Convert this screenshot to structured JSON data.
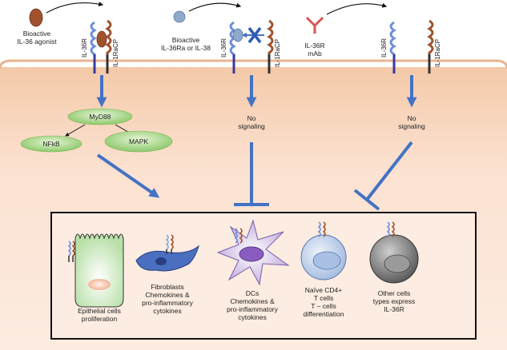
{
  "panels": {
    "agonist": {
      "ligand_label": "Bioactive\nIL-36 agonist",
      "receptor_label": "IL-36R",
      "coreceptor_label": "IL-1RaCP",
      "myd88": "MyD88",
      "nfkb": "NFkB",
      "mapk": "MAPK"
    },
    "antagonist": {
      "ligand_label": "Bioactive\nIL-36Ra or IL-38",
      "receptor_label": "IL-36R",
      "coreceptor_label": "IL-1RaCP",
      "result": "No\nsignaling"
    },
    "antibody": {
      "ligand_label": "IL-36R\nmAb",
      "receptor_label": "IL-36R",
      "coreceptor_label": "IL-1RaCP",
      "result": "No\nsignaling"
    }
  },
  "cells": [
    {
      "label": "Epithelial cells\nproliferation"
    },
    {
      "label": "Fibroblasts\nChemokines &\npro-inflammatory\ncytokines"
    },
    {
      "label": "DCs\nChemokines &\npro-inflammatory\ncytokines"
    },
    {
      "label": "Naïve CD4+\nT cells\nT – cells\ndifferentiation"
    },
    {
      "label": "Other cells\ntypes express\nIL-36R"
    }
  ],
  "colors": {
    "membrane_top": "#f2c2a0",
    "cytoplasm": "#fbe3d4",
    "arrow_blue": "#4472c4",
    "node_green": "#a8d888",
    "ligand_brown": "#a0522d",
    "antagonist_gray": "#8fa9c9",
    "antibody_red": "#d9534f"
  }
}
